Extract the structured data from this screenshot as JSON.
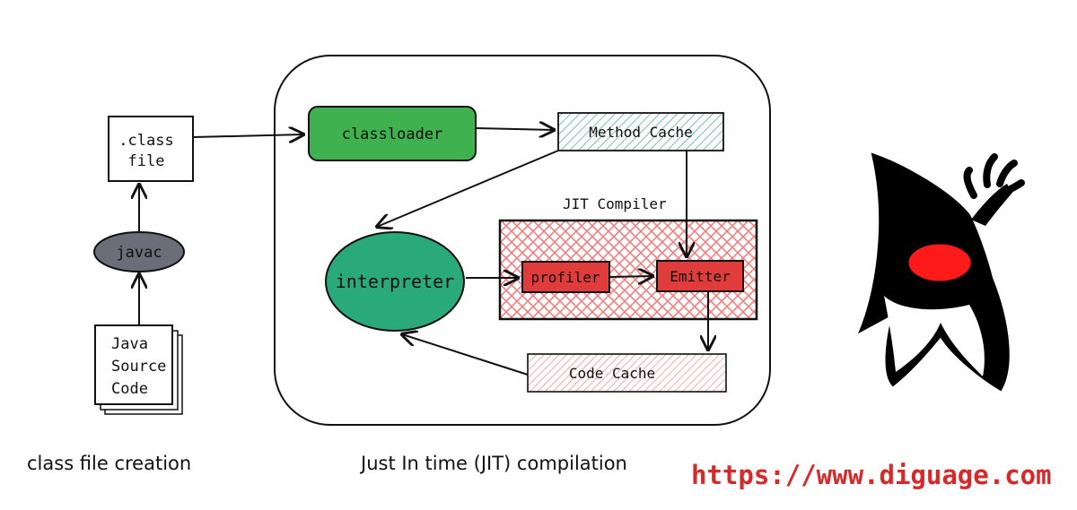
{
  "nodes": {
    "class_file": {
      "line1": ".class",
      "line2": "file"
    },
    "javac": "javac",
    "java_source": {
      "line1": "Java",
      "line2": "Source",
      "line3": "Code"
    },
    "classloader": "classloader",
    "method_cache": "Method Cache",
    "jit_compiler": "JIT Compiler",
    "interpreter": "interpreter",
    "profiler": "profiler",
    "emitter": "Emitter",
    "code_cache": "Code Cache"
  },
  "captions": {
    "class_file_creation": "class file creation",
    "jit_compilation": "Just In time (JIT) compilation"
  },
  "watermark": "https://www.diguage.com",
  "colors": {
    "green": "#3fb14e",
    "interpreter_green": "#2aa97a",
    "teal_hatch": "#3aa88a",
    "red": "#e03c3c",
    "red_hatch": "#f08080",
    "gray": "#6b6e78",
    "watermark": "#d62a2a"
  },
  "icons": {
    "mascot": "duke-mascot-icon"
  }
}
